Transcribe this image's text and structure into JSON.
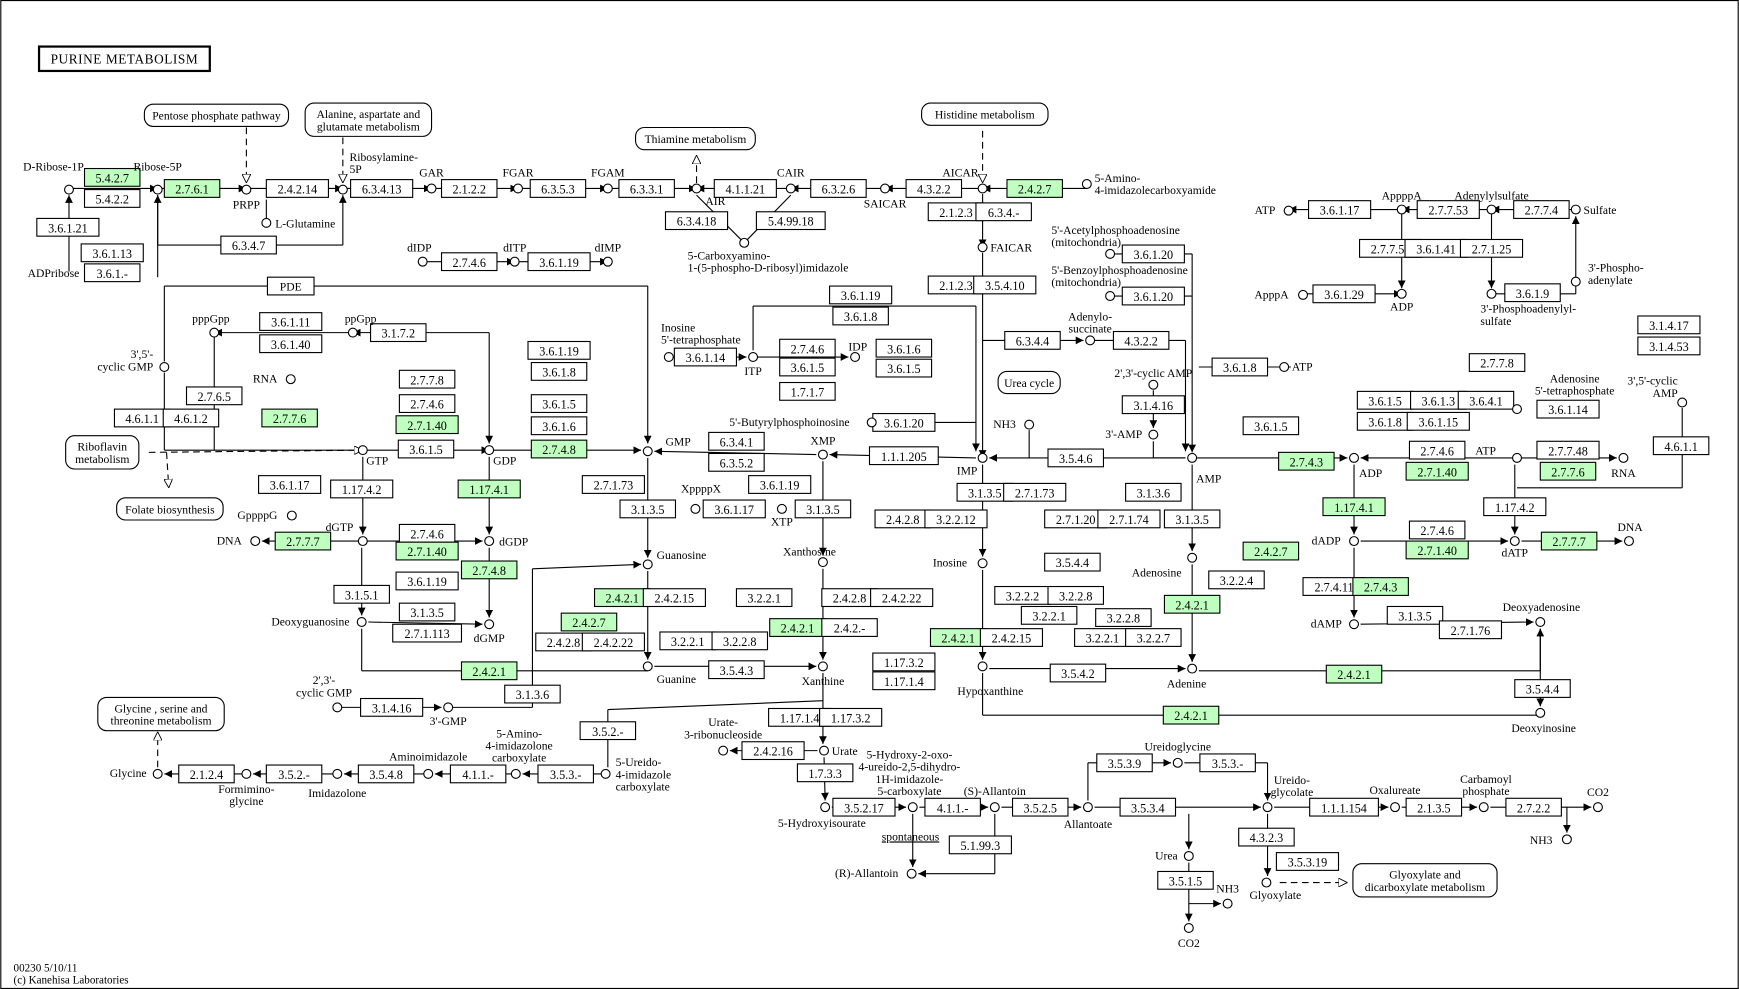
{
  "title": "PURINE METABOLISM",
  "footer": {
    "line1": "00230 5/10/11",
    "line2": "(c) Kanehisa Laboratories"
  },
  "colors": {
    "highlighted_enzyme": "#bfffbf",
    "enzyme": "#ffffff",
    "line": "#000000"
  },
  "maps": [
    "Pentose phosphate pathway",
    "Alanine, aspartate and\nglutamate metabolism",
    "Thiamine metabolism",
    "Histidine metabolism",
    "Riboflavin\nmetabolism",
    "Folate biosynthesis",
    "Urea cycle",
    "Glycine , serine and\nthreonine metabolism",
    "Glyoxylate and\ndicarboxylate metabolism"
  ],
  "pde_label": "PDE",
  "spontaneous_label": "spontaneous",
  "enzymes": [
    {
      "ec": "5.4.2.7",
      "highlighted": true
    },
    {
      "ec": "5.4.2.2",
      "highlighted": false
    },
    {
      "ec": "2.7.6.1",
      "highlighted": true
    },
    {
      "ec": "2.4.2.14",
      "highlighted": false
    },
    {
      "ec": "6.3.4.13",
      "highlighted": false
    },
    {
      "ec": "2.1.2.2",
      "highlighted": false
    },
    {
      "ec": "6.3.5.3",
      "highlighted": false
    },
    {
      "ec": "6.3.3.1",
      "highlighted": false
    },
    {
      "ec": "4.1.1.21",
      "highlighted": false
    },
    {
      "ec": "6.3.2.6",
      "highlighted": false
    },
    {
      "ec": "4.3.2.2",
      "highlighted": false
    },
    {
      "ec": "2.4.2.7",
      "highlighted": true
    },
    {
      "ec": "2.1.2.3",
      "highlighted": false
    },
    {
      "ec": "6.3.4.-",
      "highlighted": false
    },
    {
      "ec": "3.6.1.21",
      "highlighted": false
    },
    {
      "ec": "3.6.1.13",
      "highlighted": false
    },
    {
      "ec": "3.6.1.-",
      "highlighted": false
    },
    {
      "ec": "6.3.4.7",
      "highlighted": false
    },
    {
      "ec": "6.3.4.18",
      "highlighted": false
    },
    {
      "ec": "5.4.99.18",
      "highlighted": false
    },
    {
      "ec": "2.7.4.6",
      "highlighted": false
    },
    {
      "ec": "3.6.1.19",
      "highlighted": false
    },
    {
      "ec": "2.1.2.3",
      "highlighted": false
    },
    {
      "ec": "3.5.4.10",
      "highlighted": false
    },
    {
      "ec": "3.6.1.20",
      "highlighted": false
    },
    {
      "ec": "3.6.1.20",
      "highlighted": false
    },
    {
      "ec": "3.6.1.17",
      "highlighted": false
    },
    {
      "ec": "2.7.7.53",
      "highlighted": false
    },
    {
      "ec": "2.7.7.4",
      "highlighted": false
    },
    {
      "ec": "2.7.7.53",
      "highlighted": false
    },
    {
      "ec": "3.6.1.41",
      "highlighted": false
    },
    {
      "ec": "2.7.1.25",
      "highlighted": false
    },
    {
      "ec": "3.6.1.29",
      "highlighted": false
    },
    {
      "ec": "3.6.1.9",
      "highlighted": false
    },
    {
      "ec": "3.6.1.11",
      "highlighted": false
    },
    {
      "ec": "3.6.1.40",
      "highlighted": false
    },
    {
      "ec": "3.1.7.2",
      "highlighted": false
    },
    {
      "ec": "3.6.1.19",
      "highlighted": false
    },
    {
      "ec": "3.6.1.8",
      "highlighted": false
    },
    {
      "ec": "3.6.1.19",
      "highlighted": false
    },
    {
      "ec": "3.6.1.8",
      "highlighted": false
    },
    {
      "ec": "3.6.1.14",
      "highlighted": false
    },
    {
      "ec": "2.7.4.6",
      "highlighted": false
    },
    {
      "ec": "3.6.1.5",
      "highlighted": false
    },
    {
      "ec": "3.6.1.6",
      "highlighted": false
    },
    {
      "ec": "3.6.1.5",
      "highlighted": false
    },
    {
      "ec": "6.3.4.4",
      "highlighted": false
    },
    {
      "ec": "4.3.2.2",
      "highlighted": false
    },
    {
      "ec": "3.6.1.8",
      "highlighted": false
    },
    {
      "ec": "3.1.4.17",
      "highlighted": false
    },
    {
      "ec": "3.1.4.53",
      "highlighted": false
    },
    {
      "ec": "2.7.7.8",
      "highlighted": false
    },
    {
      "ec": "2.7.4.6",
      "highlighted": false
    },
    {
      "ec": "2.7.1.40",
      "highlighted": true
    },
    {
      "ec": "2.7.7.8",
      "highlighted": false
    },
    {
      "ec": "2.7.6.5",
      "highlighted": false
    },
    {
      "ec": "4.6.1.1",
      "highlighted": false
    },
    {
      "ec": "4.6.1.2",
      "highlighted": false
    },
    {
      "ec": "2.7.7.6",
      "highlighted": true
    },
    {
      "ec": "3.6.1.5",
      "highlighted": false
    },
    {
      "ec": "3.6.1.6",
      "highlighted": false
    },
    {
      "ec": "1.7.1.7",
      "highlighted": false
    },
    {
      "ec": "3.6.1.20",
      "highlighted": false
    },
    {
      "ec": "3.1.4.16",
      "highlighted": false
    },
    {
      "ec": "3.6.1.5",
      "highlighted": false
    },
    {
      "ec": "3.6.1.3",
      "highlighted": false
    },
    {
      "ec": "3.6.4.1",
      "highlighted": false
    },
    {
      "ec": "3.6.1.8",
      "highlighted": false
    },
    {
      "ec": "3.6.1.15",
      "highlighted": false
    },
    {
      "ec": "3.6.1.14",
      "highlighted": false
    },
    {
      "ec": "3.6.1.5",
      "highlighted": false
    },
    {
      "ec": "2.7.4.8",
      "highlighted": true
    },
    {
      "ec": "6.3.4.1",
      "highlighted": false
    },
    {
      "ec": "6.3.5.2",
      "highlighted": false
    },
    {
      "ec": "1.1.1.205",
      "highlighted": false
    },
    {
      "ec": "3.5.4.6",
      "highlighted": false
    },
    {
      "ec": "3.6.1.5",
      "highlighted": false
    },
    {
      "ec": "2.7.4.3",
      "highlighted": true
    },
    {
      "ec": "2.7.4.6",
      "highlighted": false
    },
    {
      "ec": "2.7.1.40",
      "highlighted": true
    },
    {
      "ec": "2.7.7.48",
      "highlighted": false
    },
    {
      "ec": "2.7.7.6",
      "highlighted": true
    },
    {
      "ec": "4.6.1.1",
      "highlighted": false
    },
    {
      "ec": "3.6.1.17",
      "highlighted": false
    },
    {
      "ec": "1.17.4.2",
      "highlighted": false
    },
    {
      "ec": "1.17.4.1",
      "highlighted": true
    },
    {
      "ec": "2.7.1.73",
      "highlighted": false
    },
    {
      "ec": "3.6.1.19",
      "highlighted": false
    },
    {
      "ec": "3.1.3.5",
      "highlighted": false
    },
    {
      "ec": "3.6.1.17",
      "highlighted": false
    },
    {
      "ec": "3.1.3.5",
      "highlighted": false
    },
    {
      "ec": "2.4.2.8",
      "highlighted": false
    },
    {
      "ec": "3.2.2.12",
      "highlighted": false
    },
    {
      "ec": "3.1.3.5",
      "highlighted": false
    },
    {
      "ec": "2.7.1.73",
      "highlighted": false
    },
    {
      "ec": "2.7.1.20",
      "highlighted": false
    },
    {
      "ec": "2.7.1.74",
      "highlighted": false
    },
    {
      "ec": "3.1.3.6",
      "highlighted": false
    },
    {
      "ec": "3.1.3.5",
      "highlighted": false
    },
    {
      "ec": "1.17.4.1",
      "highlighted": true
    },
    {
      "ec": "1.17.4.2",
      "highlighted": false
    },
    {
      "ec": "2.7.7.7",
      "highlighted": true
    },
    {
      "ec": "2.7.4.6",
      "highlighted": false
    },
    {
      "ec": "2.7.1.40",
      "highlighted": true
    },
    {
      "ec": "2.7.4.6",
      "highlighted": false
    },
    {
      "ec": "2.7.1.40",
      "highlighted": true
    },
    {
      "ec": "2.7.7.7",
      "highlighted": true
    },
    {
      "ec": "2.4.2.7",
      "highlighted": true
    },
    {
      "ec": "2.7.4.8",
      "highlighted": true
    },
    {
      "ec": "3.6.1.19",
      "highlighted": false
    },
    {
      "ec": "3.5.4.4",
      "highlighted": false
    },
    {
      "ec": "3.2.2.4",
      "highlighted": false
    },
    {
      "ec": "2.7.4.11",
      "highlighted": false
    },
    {
      "ec": "2.7.4.3",
      "highlighted": true
    },
    {
      "ec": "3.1.5.1",
      "highlighted": false
    },
    {
      "ec": "3.1.3.5",
      "highlighted": false
    },
    {
      "ec": "2.7.1.113",
      "highlighted": false
    },
    {
      "ec": "2.4.2.1",
      "highlighted": true
    },
    {
      "ec": "2.4.2.15",
      "highlighted": false
    },
    {
      "ec": "3.2.2.1",
      "highlighted": false
    },
    {
      "ec": "2.4.2.8",
      "highlighted": false
    },
    {
      "ec": "2.4.2.22",
      "highlighted": false
    },
    {
      "ec": "3.2.2.2",
      "highlighted": false
    },
    {
      "ec": "3.2.2.8",
      "highlighted": false
    },
    {
      "ec": "3.2.2.1",
      "highlighted": false
    },
    {
      "ec": "2.4.2.1",
      "highlighted": true
    },
    {
      "ec": "2.4.2.7",
      "highlighted": true
    },
    {
      "ec": "2.4.2.8",
      "highlighted": false
    },
    {
      "ec": "2.4.2.22",
      "highlighted": false
    },
    {
      "ec": "3.2.2.1",
      "highlighted": false
    },
    {
      "ec": "3.2.2.8",
      "highlighted": false
    },
    {
      "ec": "2.4.2.1",
      "highlighted": true
    },
    {
      "ec": "2.4.2.-",
      "highlighted": false
    },
    {
      "ec": "1.17.3.2",
      "highlighted": false
    },
    {
      "ec": "1.17.1.4",
      "highlighted": false
    },
    {
      "ec": "2.4.2.1",
      "highlighted": true
    },
    {
      "ec": "2.4.2.15",
      "highlighted": false
    },
    {
      "ec": "3.2.2.8",
      "highlighted": false
    },
    {
      "ec": "3.2.2.1",
      "highlighted": false
    },
    {
      "ec": "3.2.2.7",
      "highlighted": false
    },
    {
      "ec": "3.1.3.5",
      "highlighted": false
    },
    {
      "ec": "2.7.1.76",
      "highlighted": false
    },
    {
      "ec": "2.4.2.1",
      "highlighted": true
    },
    {
      "ec": "3.5.4.3",
      "highlighted": false
    },
    {
      "ec": "3.5.4.2",
      "highlighted": false
    },
    {
      "ec": "2.4.2.1",
      "highlighted": true
    },
    {
      "ec": "3.1.3.6",
      "highlighted": false
    },
    {
      "ec": "3.5.4.4",
      "highlighted": false
    },
    {
      "ec": "2.4.2.1",
      "highlighted": true
    },
    {
      "ec": "3.1.4.16",
      "highlighted": false
    },
    {
      "ec": "3.5.2.-",
      "highlighted": false
    },
    {
      "ec": "1.17.1.4",
      "highlighted": false
    },
    {
      "ec": "1.17.3.2",
      "highlighted": false
    },
    {
      "ec": "2.4.2.16",
      "highlighted": false
    },
    {
      "ec": "1.7.3.3",
      "highlighted": false
    },
    {
      "ec": "2.1.2.4",
      "highlighted": false
    },
    {
      "ec": "3.5.2.-",
      "highlighted": false
    },
    {
      "ec": "3.5.4.8",
      "highlighted": false
    },
    {
      "ec": "4.1.1.-",
      "highlighted": false
    },
    {
      "ec": "3.5.3.-",
      "highlighted": false
    },
    {
      "ec": "3.5.3.9",
      "highlighted": false
    },
    {
      "ec": "3.5.3.-",
      "highlighted": false
    },
    {
      "ec": "3.5.2.17",
      "highlighted": false
    },
    {
      "ec": "4.1.1.-",
      "highlighted": false
    },
    {
      "ec": "3.5.2.5",
      "highlighted": false
    },
    {
      "ec": "3.5.3.4",
      "highlighted": false
    },
    {
      "ec": "1.1.1.154",
      "highlighted": false
    },
    {
      "ec": "2.1.3.5",
      "highlighted": false
    },
    {
      "ec": "2.7.2.2",
      "highlighted": false
    },
    {
      "ec": "4.3.2.3",
      "highlighted": false
    },
    {
      "ec": "3.5.3.19",
      "highlighted": false
    },
    {
      "ec": "5.1.99.3",
      "highlighted": false
    },
    {
      "ec": "3.5.1.5",
      "highlighted": false
    }
  ],
  "compounds": [
    "D-Ribose-1P",
    "ADPribose",
    "Ribose-5P",
    "PRPP",
    "L-Glutamine",
    "Ribosylamine-\n5P",
    "GAR",
    "FGAR",
    "FGAM",
    "AIR",
    "CAIR",
    "SAICAR",
    "AICAR",
    "5-Amino-\n4-imidazolecarboxyamide",
    "FAICAR",
    "5-Carboxyamino-\n1-(5-phospho-D-ribosyl)imidazole",
    "dIDP",
    "dITP",
    "dIMP",
    "ATP",
    "AppppA",
    "Adenylylsulfate",
    "Sulfate",
    "ApppA",
    "ADP",
    "3'-Phosphoadenylyl-\nsulfate",
    "3'-Phospho-\nadenylate",
    "5'-Acetylphosphoadenosine\n(mitochondria)",
    "5'-Benzoylphosphoadenosine\n(mitochondria)",
    "pppGpp",
    "ppGpp",
    "3',5'-\ncyclic GMP",
    "RNA",
    "GTP",
    "GDP",
    "GMP",
    "GppppG",
    "dGTP",
    "DNA",
    "dGDP",
    "dGMP",
    "Deoxyguanosine",
    "2',3'-\ncyclic GMP",
    "3'-GMP",
    "Guanosine",
    "Guanine",
    "Xanthosine",
    "Xanthine",
    "XMP",
    "XppppX",
    "XTP",
    "Inosine\n5'-tetraphosphate",
    "ITP",
    "IDP",
    "5'-Butyrylphosphoinosine",
    "IMP",
    "Adenylo-\nsuccinate",
    "NH3",
    "2',3'-cyclic AMP",
    "3'-AMP",
    "AMP",
    "ATP",
    "Inosine",
    "Adenosine",
    "Hypoxanthine",
    "Adenine",
    "ADP",
    "Adenosine\n5'-tetraphosphate",
    "ATP",
    "RNA",
    "3',5'-cyclic\nAMP",
    "dADP",
    "dATP",
    "DNA",
    "dAMP",
    "Deoxyadenosine",
    "Deoxyinosine",
    "Urate-\n3-ribonucleoside",
    "Urate",
    "5-Hydroxyisourate",
    "5-Hydroxy-2-oxo-\n4-ureido-2,5-dihydro-\n1H-imidazole-\n5-carboxylate",
    "(R)-Allantoin",
    "(S)-Allantoin",
    "Allantoate",
    "Ureidoglycine",
    "Ureido-\nglycolate",
    "Oxalureate",
    "Carbamoyl\nphosphate",
    "CO2",
    "NH3",
    "Urea",
    "Glyoxylate",
    "NH3",
    "CO2",
    "Glycine",
    "Formimino-\nglycine",
    "Imidazolone",
    "Aminoimidazole",
    "5-Amino-\n4-imidazolone\ncarboxylate",
    "5-Ureido-\n4-imidazole\ncarboxylate"
  ]
}
